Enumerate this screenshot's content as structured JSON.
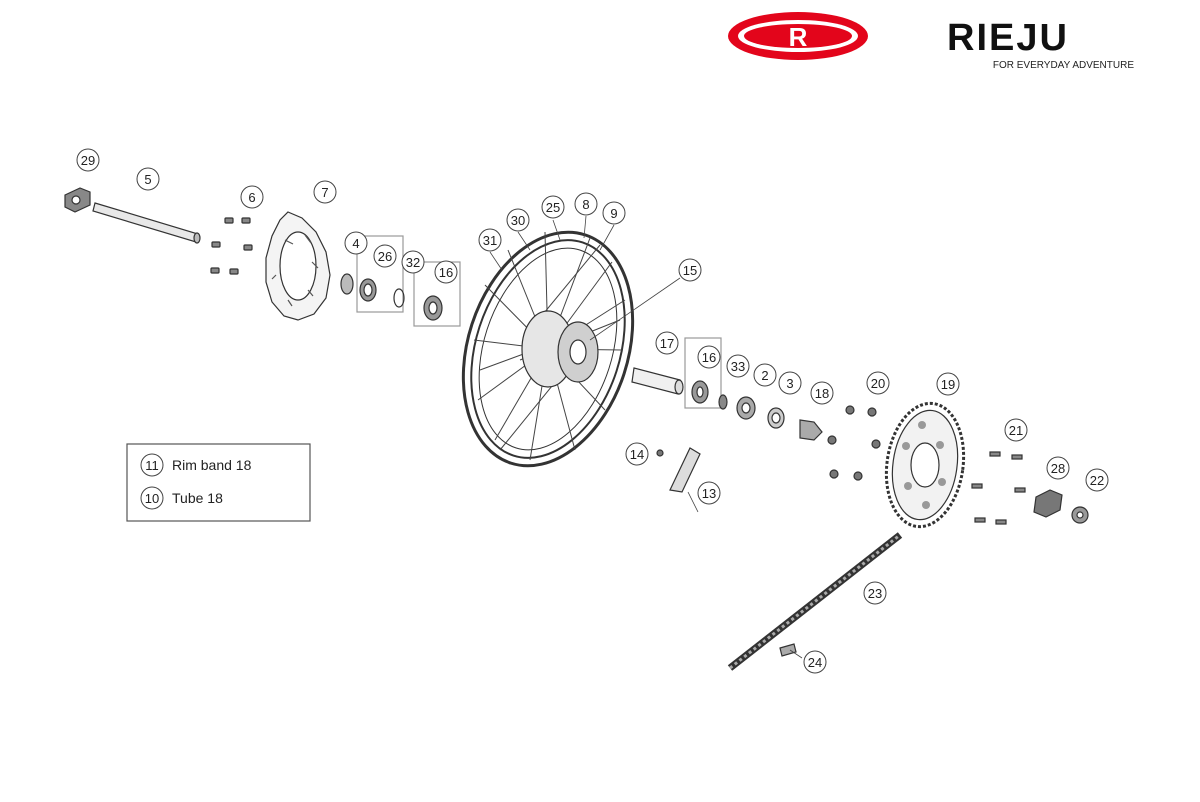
{
  "brand": {
    "logo_letter": "R",
    "name": "RIEJU",
    "tagline": "FOR EVERYDAY ADVENTURE",
    "accent_color": "#e3051b"
  },
  "legend": [
    {
      "num": "11",
      "label": "Rim band 18"
    },
    {
      "num": "10",
      "label": "Tube 18"
    }
  ],
  "callouts": [
    "29",
    "5",
    "6",
    "7",
    "4",
    "26",
    "32",
    "16",
    "31",
    "30",
    "25",
    "8",
    "9",
    "15",
    "17",
    "16",
    "33",
    "2",
    "3",
    "18",
    "20",
    "19",
    "14",
    "13",
    "21",
    "28",
    "22",
    "23",
    "24"
  ],
  "chart_data": {
    "type": "exploded-parts-diagram",
    "parts": [
      "29",
      "5",
      "6",
      "7",
      "4",
      "26",
      "32",
      "16",
      "31",
      "30",
      "25",
      "8",
      "9",
      "15",
      "17",
      "16",
      "33",
      "2",
      "3",
      "18",
      "20",
      "19",
      "14",
      "13",
      "21",
      "28",
      "22",
      "23",
      "24"
    ],
    "legend": [
      "Rim band 18",
      "Tube 18"
    ]
  }
}
